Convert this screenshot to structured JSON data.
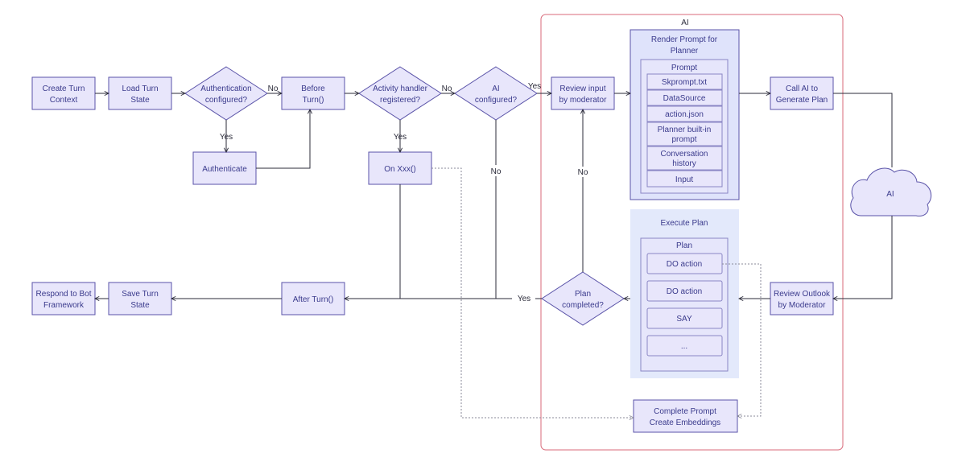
{
  "region_label": "AI",
  "nodes": {
    "create_turn_context": [
      "Create Turn",
      "Context"
    ],
    "load_turn_state": [
      "Load Turn",
      "State"
    ],
    "auth_configured": [
      "Authentication",
      "configured?"
    ],
    "before_turn": [
      "Before",
      "Turn()"
    ],
    "activity_handler": [
      "Activity handler",
      "registered?"
    ],
    "ai_configured": [
      "AI",
      "configured?"
    ],
    "review_input": [
      "Review input",
      "by moderator"
    ],
    "render_prompt": [
      "Render Prompt for",
      "Planner"
    ],
    "prompt_title": "Prompt",
    "prompt_items": [
      [
        "Skprompt.txt"
      ],
      [
        "DataSource"
      ],
      [
        "action.json"
      ],
      [
        "Planner built-in",
        "prompt"
      ],
      [
        "Conversation",
        "history"
      ],
      [
        "Input"
      ]
    ],
    "call_ai": [
      "Call AI to",
      "Generate Plan"
    ],
    "ai_cloud": "AI",
    "authenticate": "Authenticate",
    "on_xxx": "On Xxx()",
    "execute_plan": "Execute Plan",
    "plan_title": "Plan",
    "plan_items": [
      "DO action",
      "DO action",
      "SAY",
      "..."
    ],
    "review_outlook": [
      "Review Outlook",
      "by  Moderator"
    ],
    "plan_completed": [
      "Plan",
      "completed?"
    ],
    "after_turn": "After Turn()",
    "save_turn_state": [
      "Save Turn",
      "State"
    ],
    "respond": [
      "Respond to Bot",
      "Framework"
    ],
    "complete_prompt": [
      "Complete Prompt",
      "Create Embeddings"
    ]
  },
  "edge_labels": {
    "auth_no": "No",
    "auth_yes": "Yes",
    "handler_no": "No",
    "handler_yes": "Yes",
    "ai_yes": "Yes",
    "ai_no": "No",
    "plan_no": "No",
    "plan_yes": "Yes"
  }
}
